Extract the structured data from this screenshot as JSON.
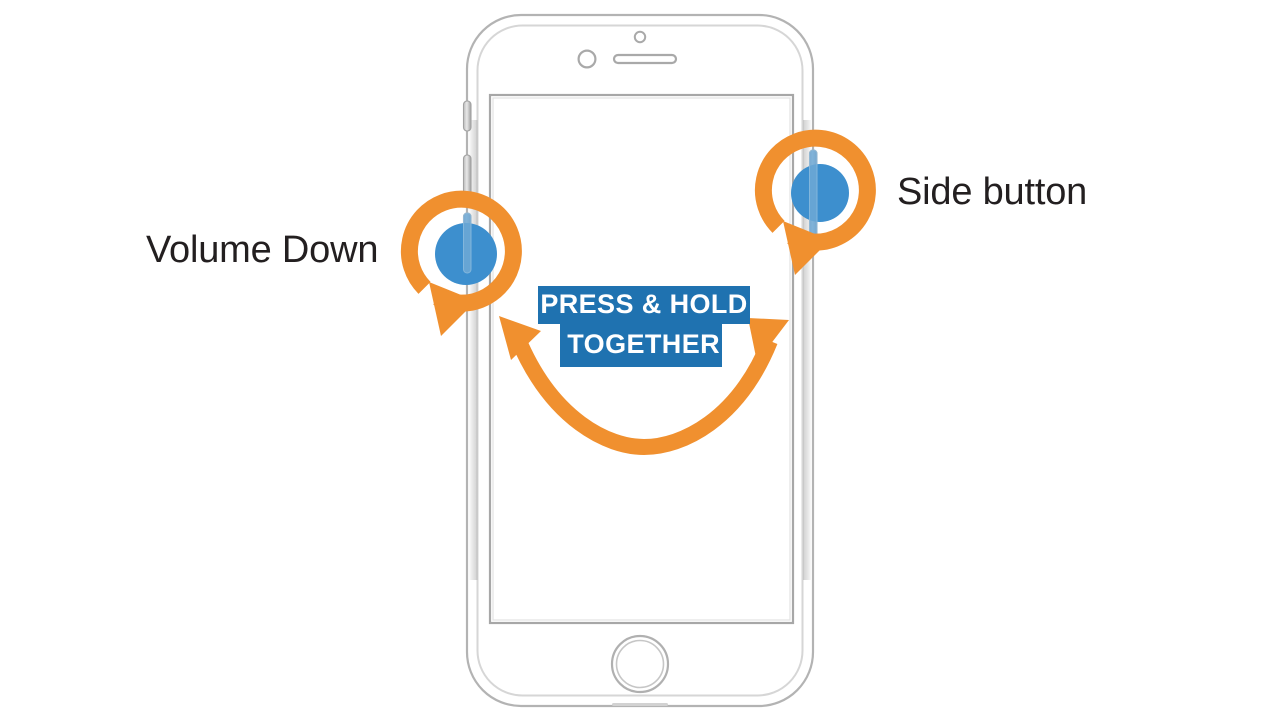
{
  "diagram": {
    "title": "iPhone force restart: press and hold Volume Down and Side button together",
    "background_color": "#ffffff",
    "colors": {
      "orange": "#f0902f",
      "orange_shadow": "#e8862a",
      "blue_dot": "#3d8fce",
      "badge_blue": "#1f72b0",
      "badge_text": "#ffffff",
      "label_text": "#231f20",
      "device_outline": "#9b9b9b",
      "device_outline_light": "#c9c9c9"
    }
  },
  "labels": {
    "volume_down": "Volume Down",
    "side_button": "Side button"
  },
  "badge": {
    "line1": "PRESS & HOLD",
    "line2": "TOGETHER"
  },
  "device": {
    "name": "iphone-illustration",
    "parts": {
      "body": "phone-body",
      "screen": "phone-screen",
      "home_button": "home-button",
      "earpiece": "earpiece-speaker",
      "front_camera": "front-camera",
      "proximity_sensor": "proximity-sensor",
      "mute_switch": "mute-switch",
      "volume_up_button": "volume-up-button",
      "volume_down_button": "volume-down-button",
      "side_button": "side-button"
    }
  },
  "annotations": {
    "volume_down_marker": "circular-arrow-counterclockwise",
    "side_button_marker": "circular-arrow-counterclockwise",
    "together_connector": "double-headed-curved-arrow"
  }
}
